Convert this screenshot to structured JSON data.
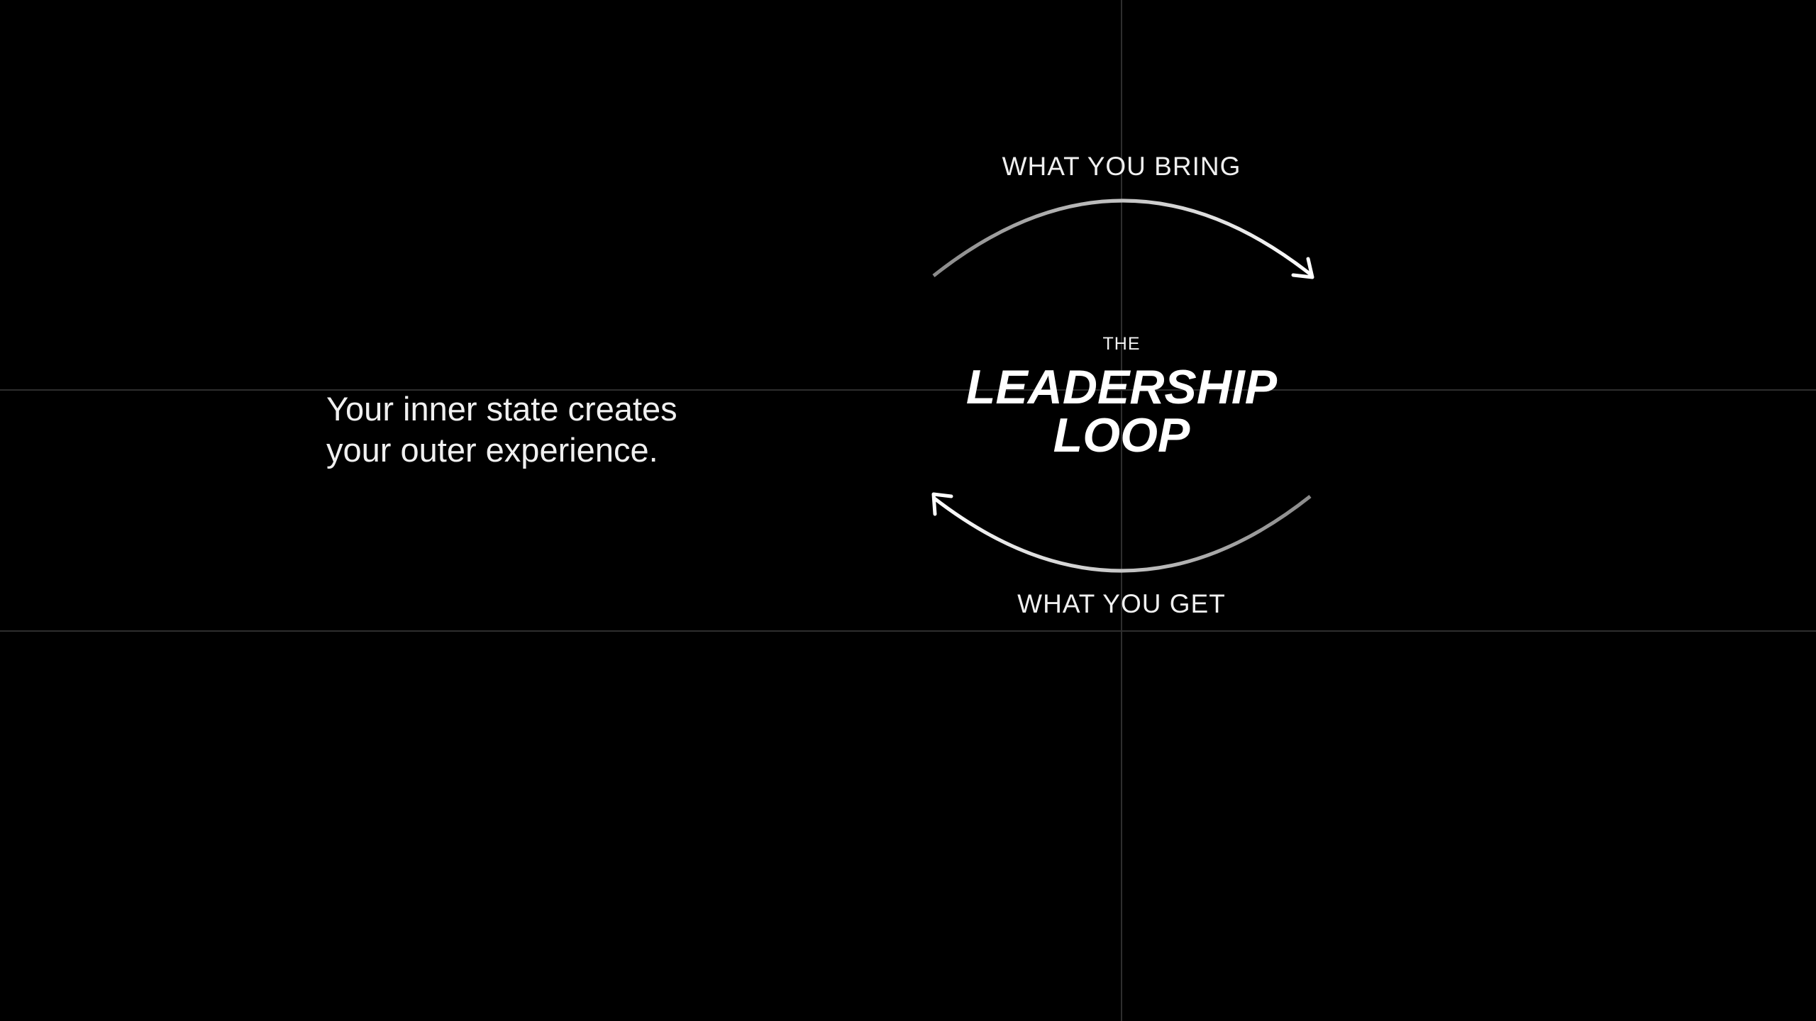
{
  "tagline": {
    "line1": "Your inner state creates",
    "line2": "your outer experience."
  },
  "loop": {
    "top_label": "WHAT YOU BRING",
    "bottom_label": "WHAT YOU GET",
    "title_prefix": "THE",
    "title_line1": "LEADERSHIP",
    "title_line2": "LOOP"
  },
  "colors": {
    "background": "#000000",
    "text": "#f0f0f0",
    "guide": "#2e2e2e"
  }
}
